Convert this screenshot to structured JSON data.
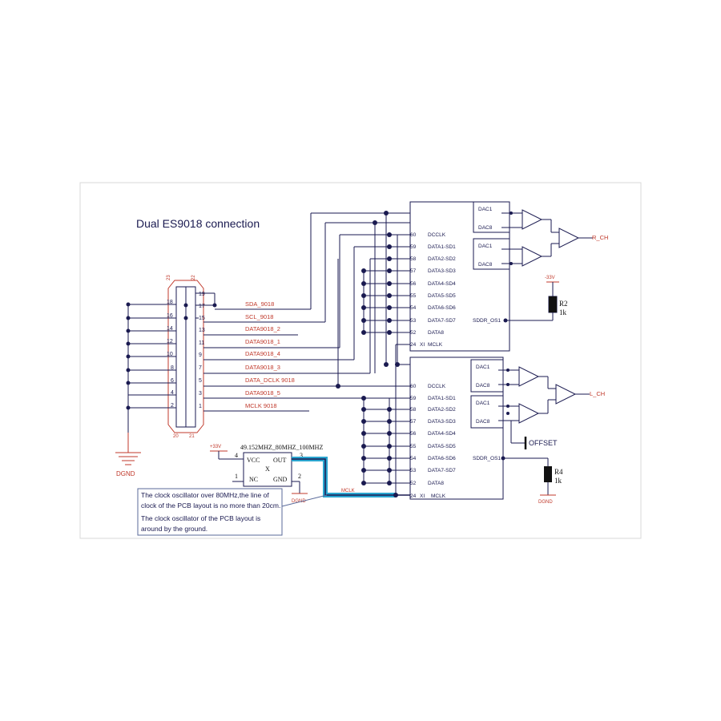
{
  "title": "Dual ES9018 connection",
  "connector": {
    "top_left_pin": "23",
    "top_right_pin": "22",
    "bottom_left_pin": "20",
    "bottom_right_pin": "21",
    "left_pins": [
      "18",
      "16",
      "14",
      "12",
      "10",
      "8",
      "6",
      "4",
      "2"
    ],
    "right_pins": [
      "19",
      "17",
      "15",
      "13",
      "11",
      "9",
      "7",
      "5",
      "3",
      "1"
    ],
    "nets": [
      "SDA_9018",
      "SCL_9018",
      "DATA9018_2",
      "DATA9018_1",
      "DATA9018_4",
      "DATA9018_3",
      "DATA_DCLK 9018",
      "DATA9018_5",
      "MCLK 9018"
    ]
  },
  "ground_label": "DGND",
  "chip_top": {
    "pins": [
      {
        "num": "60",
        "name": "DCCLK"
      },
      {
        "num": "59",
        "name": "DATA1-SD1"
      },
      {
        "num": "58",
        "name": "DATA2-SD2"
      },
      {
        "num": "57",
        "name": "DATA3-SD3"
      },
      {
        "num": "56",
        "name": "DATA4-SD4"
      },
      {
        "num": "55",
        "name": "DATA5-SD5"
      },
      {
        "num": "54",
        "name": "DATA6-SD6"
      },
      {
        "num": "53",
        "name": "DATA7-SD7"
      },
      {
        "num": "52",
        "name": "DATA8"
      },
      {
        "num": "24",
        "name": "XI",
        "extra": "MCLK"
      }
    ],
    "sddr": "SDDR_OS1",
    "dac_blocks": [
      {
        "a": "DAC1",
        "b": "DAC8"
      },
      {
        "a": "DAC1",
        "b": "DAC8"
      }
    ],
    "output": "R_CH"
  },
  "chip_bottom": {
    "pins": [
      {
        "num": "60",
        "name": "DCCLK"
      },
      {
        "num": "59",
        "name": "DATA1-SD1"
      },
      {
        "num": "58",
        "name": "DATA2-SD2"
      },
      {
        "num": "57",
        "name": "DATA3-SD3"
      },
      {
        "num": "56",
        "name": "DATA4-SD4"
      },
      {
        "num": "55",
        "name": "DATA5-SD5"
      },
      {
        "num": "54",
        "name": "DATA6-SD6"
      },
      {
        "num": "53",
        "name": "DATA7-SD7"
      },
      {
        "num": "52",
        "name": "DATA8"
      },
      {
        "num": "24",
        "name": "XI",
        "extra": "MCLK"
      }
    ],
    "sddr": "SDDR_OS1",
    "dac_blocks": [
      {
        "a": "DAC1",
        "b": "DAC8"
      },
      {
        "a": "DAC1",
        "b": "DAC8"
      }
    ],
    "output": "L_CH"
  },
  "offset_label": "OFFSET",
  "r2": {
    "supply": "-33V",
    "name": "R2",
    "value": "1k"
  },
  "r4": {
    "name": "R4",
    "value": "1k",
    "ground": "DGND"
  },
  "oscillator": {
    "freq": "49.152MHZ_80MHZ_100MHZ",
    "supply": "+33V",
    "pin4": "4",
    "pin3": "3",
    "pin1": "1",
    "pin2": "2",
    "vcc": "VCC",
    "out": "OUT",
    "nc": "NC",
    "gnd": "GND",
    "mark": "X",
    "ground": "DGND",
    "net": "MCLK"
  },
  "note": {
    "line1": "The clock  oscillator over 80MHz,the line of",
    "line2": "clock of the PCB layout is no more than 20cm.",
    "line3": "The clock  oscillator of the PCB layout is",
    "line4": "around by the ground."
  },
  "colors": {
    "wire": "#1a1a50",
    "net_label": "#c0392b",
    "mclk_highlight": "#2aa5cf"
  }
}
